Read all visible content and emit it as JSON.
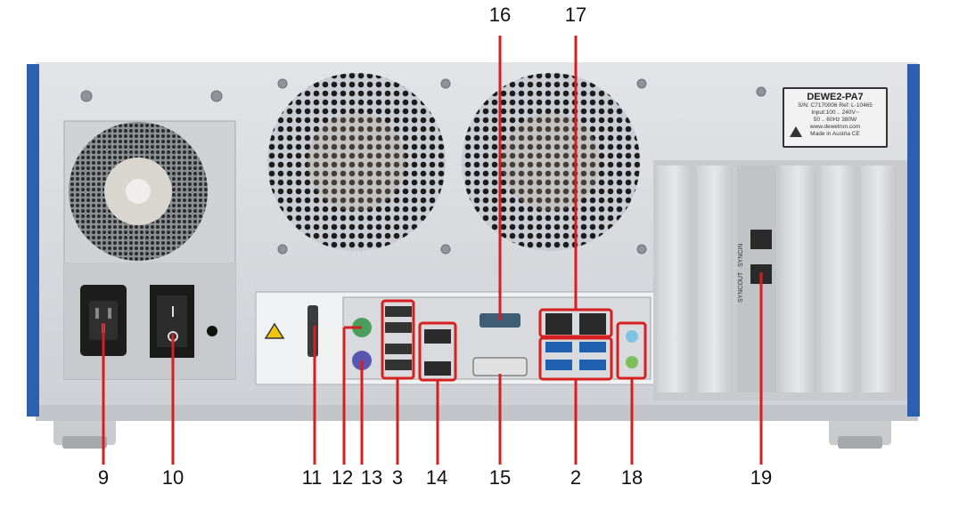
{
  "label_plate": {
    "model": "DEWE2-PA7",
    "serial_line": "S/N: C7170006   Ref: L-10465",
    "input_line": "Input:100 .. 240V~",
    "freq_line": "50 .. 60Hz   380W",
    "website": "www.dewetron.com",
    "origin": "Made in Austria  CE"
  },
  "sync_labels": {
    "sync_in": "SYNCIN",
    "sync_out": "SYNCOUT"
  },
  "callouts": [
    {
      "label": "9"
    },
    {
      "label": "10"
    },
    {
      "label": "11"
    },
    {
      "label": "12"
    },
    {
      "label": "13"
    },
    {
      "label": "3"
    },
    {
      "label": "14"
    },
    {
      "label": "15"
    },
    {
      "label": "2"
    },
    {
      "label": "18"
    },
    {
      "label": "19"
    },
    {
      "label": "16"
    },
    {
      "label": "17"
    }
  ],
  "colors": {
    "chassis": "#d6d8dc",
    "chassis_dark": "#b9bcc1",
    "blue_trim": "#2d5fb0",
    "callout_line": "#d61f1f",
    "label_text": "#111111"
  }
}
